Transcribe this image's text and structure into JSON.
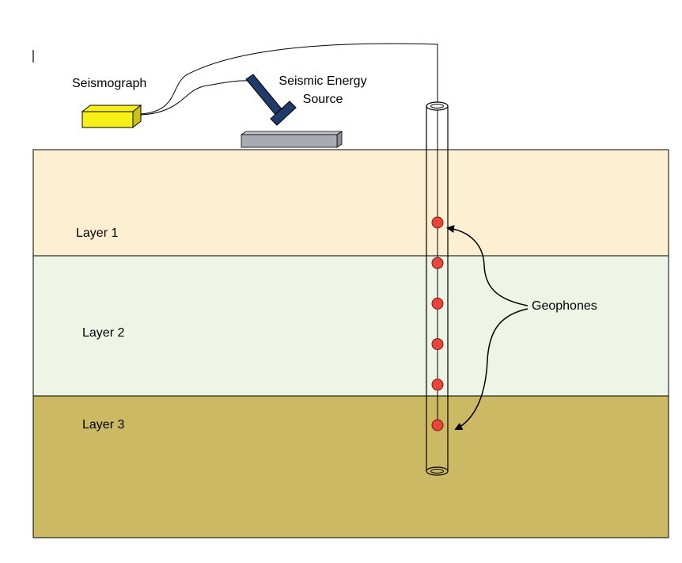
{
  "labels": {
    "seismograph": "Seismograph",
    "energy_source_line1": "Seismic Energy",
    "energy_source_line2": "Source",
    "geophones": "Geophones"
  },
  "layers": [
    {
      "name": "Layer 1",
      "color": "#fdf0d2"
    },
    {
      "name": "Layer 2",
      "color": "#eef5e6"
    },
    {
      "name": "Layer 3",
      "color": "#ccb964"
    }
  ],
  "colors": {
    "seismograph_box": "#f6f016",
    "plate": "#a9abb2",
    "hammer": "#1e3b6b",
    "geophone": "#e8453c",
    "outline": "#000000"
  },
  "geophone_count": 6
}
